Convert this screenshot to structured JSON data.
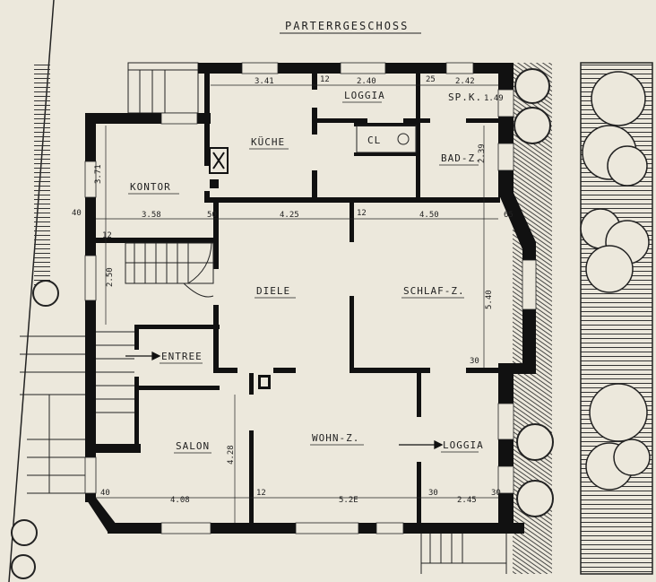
{
  "title": "PARTERRGESCHOSS",
  "rooms": {
    "kueche": "KÜCHE",
    "loggia_top": "LOGGIA",
    "speisekammer": "SP.K.",
    "closet": "CL",
    "bad": "BAD-Z.",
    "kontor": "KONTOR",
    "diele": "DIELE",
    "schlaf": "SCHLAF-Z.",
    "entree": "ENTREE",
    "salon": "SALON",
    "wohn": "WOHN-Z.",
    "loggia_bottom": "LOGGIA"
  },
  "dimensions": {
    "d_341": "3.41",
    "d_12a": "12",
    "d_240": "2.40",
    "d_25": "25",
    "d_242": "2.42",
    "d_149": "1.49",
    "d_371": "3.71",
    "d_239": "2.39",
    "d_40a": "40",
    "d_358": "3.58",
    "d_50": "50",
    "d_425": "4.25",
    "d_12b": "12",
    "d_450": "4.50",
    "d_65": "65",
    "d_12c": "12",
    "d_250": "2.50",
    "d_540": "5.40",
    "d_30a": "30",
    "d_428": "4.28",
    "d_40b": "40",
    "d_408": "4.08",
    "d_12d": "12",
    "d_526": "5.2E",
    "d_30b": "30",
    "d_245": "2.45",
    "d_30c": "30"
  }
}
